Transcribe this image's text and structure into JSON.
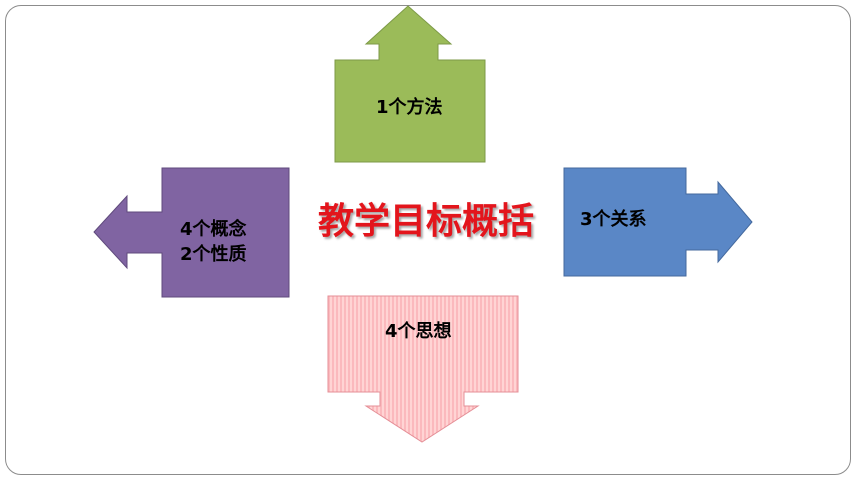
{
  "title": "教学目标概括",
  "boxes": {
    "top": {
      "text": "1个方法",
      "color": "#9bbb59"
    },
    "right": {
      "text": "3个关系",
      "color": "#5a87c6"
    },
    "left": {
      "lines": [
        "4个概念",
        "2个性质"
      ],
      "color": "#8064a2"
    },
    "bottom": {
      "text": "4个思想",
      "color": "#ffc9c9"
    }
  },
  "colors": {
    "title": "#e3151c",
    "frame": "#8c8c8c"
  }
}
